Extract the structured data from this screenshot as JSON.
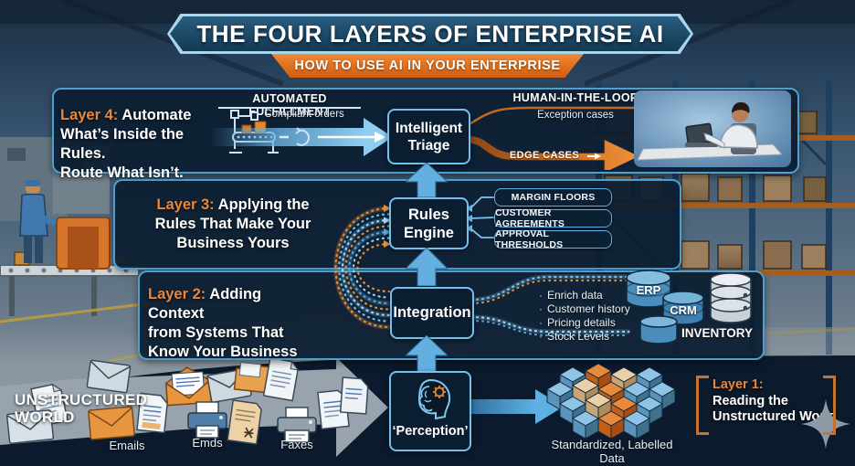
{
  "banner": {
    "title": "THE FOUR LAYERS OF ENTERPRISE AI",
    "subtitle": "HOW TO USE AI IN YOUR ENTERPRISE"
  },
  "layer4": {
    "label": "Layer 4:",
    "description": "Automate\nWhat’s Inside the Rules.\nRoute What Isn’t.",
    "automated_heading": "AUTOMATED FULFILLMENT",
    "compliant_caption": "Compliant orders",
    "triage_box_label": "Intelligent Triage",
    "hitl_heading": "HUMAN-IN-THE-LOOP",
    "exception_caption": "Exception cases",
    "edge_arrow_label": "EDGE CASES"
  },
  "layer3": {
    "label": "Layer 3:",
    "description": "Applying the\nRules That Make Your\nBusiness Yours",
    "engine_box_label": "Rules\nEngine",
    "rule_tags": [
      "MARGIN FLOORS",
      "CUSTOMER AGREEMENTS",
      "APPROVAL THRESHOLDS"
    ]
  },
  "layer2": {
    "label": "Layer 2:",
    "description": "Adding Context\nfrom Systems That\nKnow Your Business",
    "integration_box_label": "Integration",
    "context_bullets": [
      "Enrich data",
      "Customer history",
      "Pricing details",
      "Stock Levels"
    ],
    "system_labels": {
      "erp": "ERP",
      "crm": "CRM",
      "inventory": "INVENTORY"
    }
  },
  "layer1": {
    "label": "Layer 1:",
    "description": "Reading the\nUnstructured World",
    "perception_box_label": "‘Perception’",
    "unstructured_title": "UNSTRUCTURED WORLD",
    "source_labels": [
      "Emails",
      "Emds",
      "Faxes"
    ],
    "output_caption": "Standardized, Labelled Data"
  },
  "colors": {
    "accent_orange": "#E2731F",
    "accent_blue": "#5FB0E0",
    "panel_navy": "#0B1D31",
    "layer_label_orange": "#E8873C"
  }
}
